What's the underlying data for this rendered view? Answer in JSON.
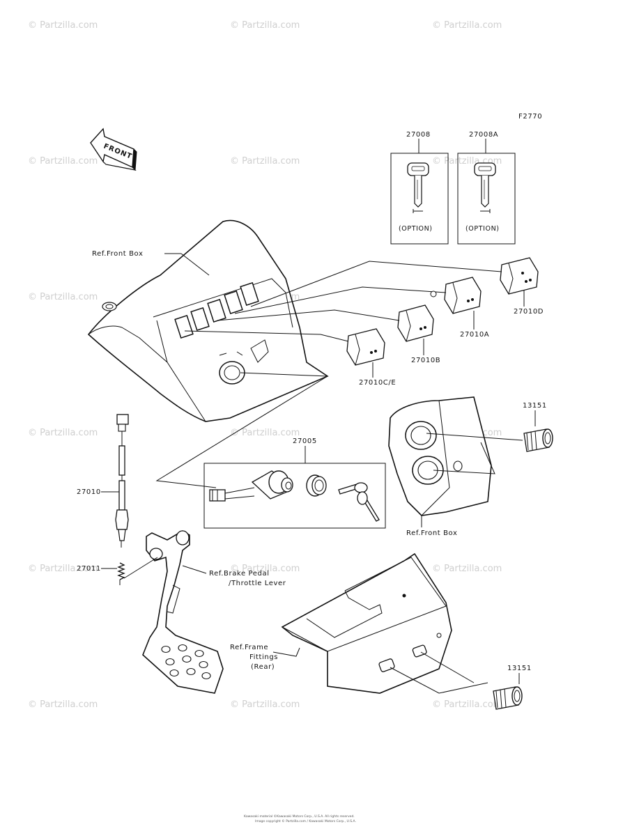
{
  "figure_code": "F2770",
  "front_arrow_label": "FRONT",
  "watermark": "© Partzilla.com",
  "callouts": {
    "p27008": "27008",
    "p27008A": "27008A",
    "option_1": "(OPTION)",
    "option_2": "(OPTION)",
    "p27010D": "27010D",
    "p27010A": "27010A",
    "p27010B": "27010B",
    "p27010CE": "27010C/E",
    "p27005": "27005",
    "p13151_top": "13151",
    "p13151_bottom": "13151",
    "p27010": "27010",
    "p27011": "27011"
  },
  "references": {
    "front_box_top": "Ref.Front Box",
    "front_box_right": "Ref.Front Box",
    "brake_pedal_line1": "Ref.Brake Pedal",
    "brake_pedal_line2": "/Throttle Lever",
    "frame_line1": "Ref.Frame",
    "frame_line2": "Fittings",
    "frame_line3": "(Rear)"
  },
  "footer": {
    "line1": "Kawasaki material ©Kawasaki Motors Corp., U.S.A. All rights reserved.",
    "line2": "Image copyright © Partzilla.com / Kawasaki Motors Corp., U.S.A."
  }
}
